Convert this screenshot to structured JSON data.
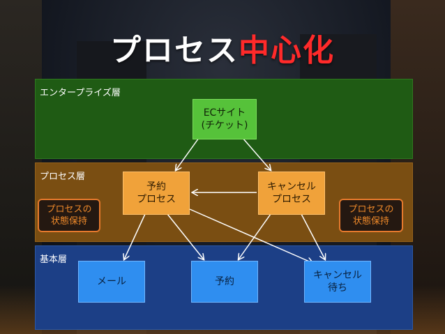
{
  "title": {
    "prefix": "プロセス",
    "highlight": "中心化"
  },
  "layers": {
    "enterprise": "エンタープライズ層",
    "process": "プロセス層",
    "base": "基本層"
  },
  "nodes": {
    "ec_site": "ECサイト\n(チケット)",
    "reserve_process": "予約\nプロセス",
    "cancel_process": "キャンセル\nプロセス",
    "mail": "メール",
    "reserve": "予約",
    "cancel_wait": "キャンセル\n待ち"
  },
  "callouts": {
    "left": "プロセスの\n状態保持",
    "right": "プロセスの\n状態保持"
  },
  "colors": {
    "title_highlight": "#ff2a2a",
    "enterprise_layer": "#1f5b14",
    "process_layer": "#7a4e12",
    "base_layer": "#1c3f86",
    "green_node": "#56c23a",
    "orange_node": "#f0a23a",
    "blue_node": "#2f8ef0",
    "callout_border": "#e5792d"
  }
}
